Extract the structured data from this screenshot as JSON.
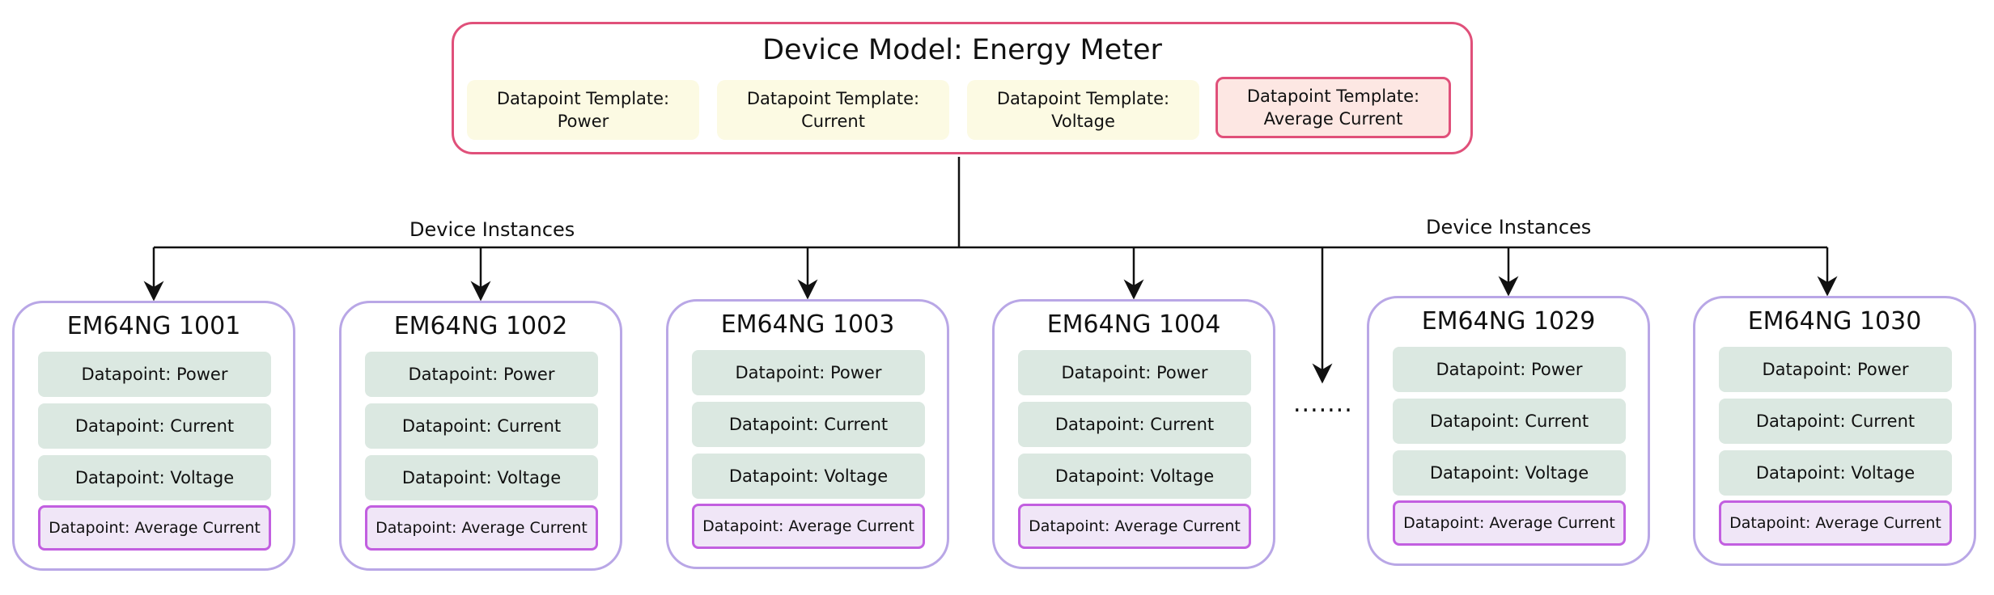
{
  "model": {
    "title": "Device Model: Energy Meter",
    "templates": [
      {
        "line1": "Datapoint Template:",
        "line2": "Power"
      },
      {
        "line1": "Datapoint Template:",
        "line2": "Current"
      },
      {
        "line1": "Datapoint Template:",
        "line2": "Voltage"
      },
      {
        "line1": "Datapoint Template:",
        "line2": "Average Current"
      }
    ]
  },
  "labels": {
    "instances_left": "Device Instances",
    "instances_right": "Device Instances",
    "ellipsis": "......."
  },
  "devices": [
    {
      "name": "EM64NG 1001",
      "datapoints": [
        "Datapoint: Power",
        "Datapoint: Current",
        "Datapoint: Voltage",
        "Datapoint: Average Current"
      ]
    },
    {
      "name": "EM64NG 1002",
      "datapoints": [
        "Datapoint: Power",
        "Datapoint: Current",
        "Datapoint: Voltage",
        "Datapoint: Average Current"
      ]
    },
    {
      "name": "EM64NG 1003",
      "datapoints": [
        "Datapoint: Power",
        "Datapoint: Current",
        "Datapoint: Voltage",
        "Datapoint: Average Current"
      ]
    },
    {
      "name": "EM64NG 1004",
      "datapoints": [
        "Datapoint: Power",
        "Datapoint: Current",
        "Datapoint: Voltage",
        "Datapoint: Average Current"
      ]
    },
    {
      "name": "EM64NG 1029",
      "datapoints": [
        "Datapoint: Power",
        "Datapoint: Current",
        "Datapoint: Voltage",
        "Datapoint: Average Current"
      ]
    },
    {
      "name": "EM64NG 1030",
      "datapoints": [
        "Datapoint: Power",
        "Datapoint: Current",
        "Datapoint: Voltage",
        "Datapoint: Average Current"
      ]
    }
  ],
  "colors": {
    "model_border": "#e0507a",
    "template_fill": "#fcfae3",
    "template_special_fill": "#fde7e3",
    "device_border": "#b9a7e6",
    "datapoint_fill": "#dbe8e1",
    "datapoint_special_fill": "#f0e6f7",
    "datapoint_special_border": "#c25fe0"
  }
}
